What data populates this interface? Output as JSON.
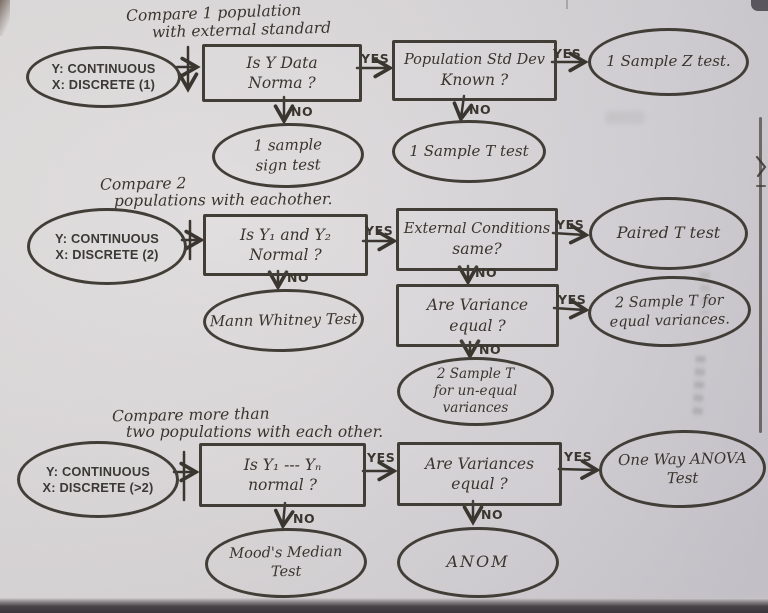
{
  "ink_color": "#3a362f",
  "paper_color": "#d9d7da",
  "labels": {
    "yes": "YES",
    "no": "NO"
  },
  "row1": {
    "title1": "Compare 1 population",
    "title2": "with external standard",
    "input1": "Y: CONTINUOUS",
    "input2": "X: DISCRETE (1)",
    "q_normal1": "Is Y Data",
    "q_normal2": "Norma ?",
    "q_stddev1": "Population Std Dev",
    "q_stddev2": "Known ?",
    "res_z": "1 Sample Z test.",
    "res_sign1": "1 sample",
    "res_sign2": "sign test",
    "res_t": "1 Sample T test"
  },
  "row2": {
    "title1": "Compare 2",
    "title2": "populations with eachother.",
    "input1": "Y: CONTINUOUS",
    "input2": "X: DISCRETE (2)",
    "q_normal1": "Is Y₁ and Y₂",
    "q_normal2": "Normal ?",
    "q_external1": "External Conditions",
    "q_external2": "same?",
    "res_paired": "Paired T test",
    "q_variance1": "Are Variance",
    "q_variance2": "equal ?",
    "res_equal1": "2 Sample T for",
    "res_equal2": "equal variances.",
    "res_unequal1": "2 Sample T",
    "res_unequal2": "for un-equal",
    "res_unequal3": "variances",
    "res_mann": "Mann Whitney Test"
  },
  "row3": {
    "title1": "Compare more than",
    "title2": "two populations with each other.",
    "input1": "Y: CONTINUOUS",
    "input2": "X: DISCRETE (>2)",
    "q_normal1": "Is Y₁ --- Yₙ",
    "q_normal2": "normal ?",
    "q_variances1": "Are Variances",
    "q_variances2": "equal ?",
    "res_anova1": "One Way ANOVA",
    "res_anova2": "Test",
    "res_anom": "ANOM",
    "res_mood1": "Mood's Median",
    "res_mood2": "Test"
  }
}
